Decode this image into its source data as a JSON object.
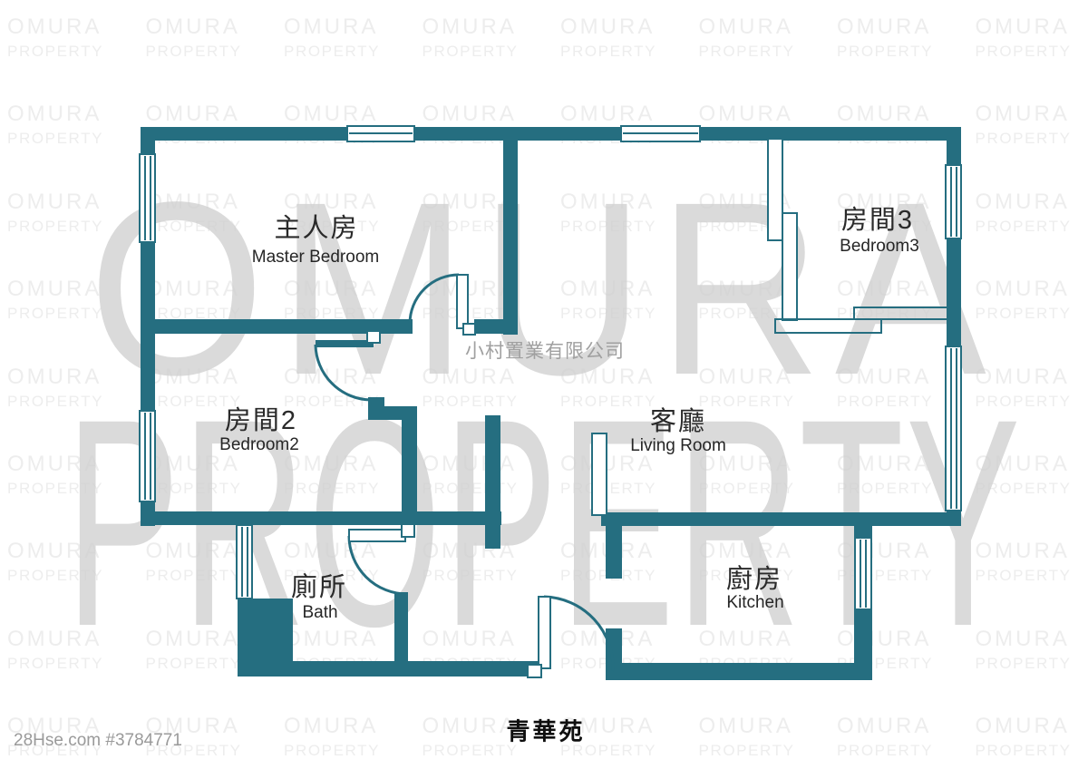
{
  "watermark": {
    "brand_line1": "OMURA",
    "brand_line2": "PROPERTY",
    "company": "小村置業有限公司"
  },
  "rooms": {
    "master": {
      "zh": "主人房",
      "en": "Master Bedroom"
    },
    "bedroom2": {
      "zh": "房間2",
      "en": "Bedroom2"
    },
    "bedroom3": {
      "zh": "房間3",
      "en": "Bedroom3"
    },
    "living": {
      "zh": "客廳",
      "en": "Living Room"
    },
    "bath": {
      "zh": "廁所",
      "en": "Bath"
    },
    "kitchen": {
      "zh": "廚房",
      "en": "Kitchen"
    }
  },
  "footer": {
    "estate_name": "青華苑",
    "listing_ref": "28Hse.com #3784771"
  },
  "colors": {
    "wall": "#256e80",
    "watermark_light": "#ededed",
    "watermark_big": "#d2d2d2",
    "watermark_company": "#a0a0a0",
    "label": "#2a2a2a"
  }
}
